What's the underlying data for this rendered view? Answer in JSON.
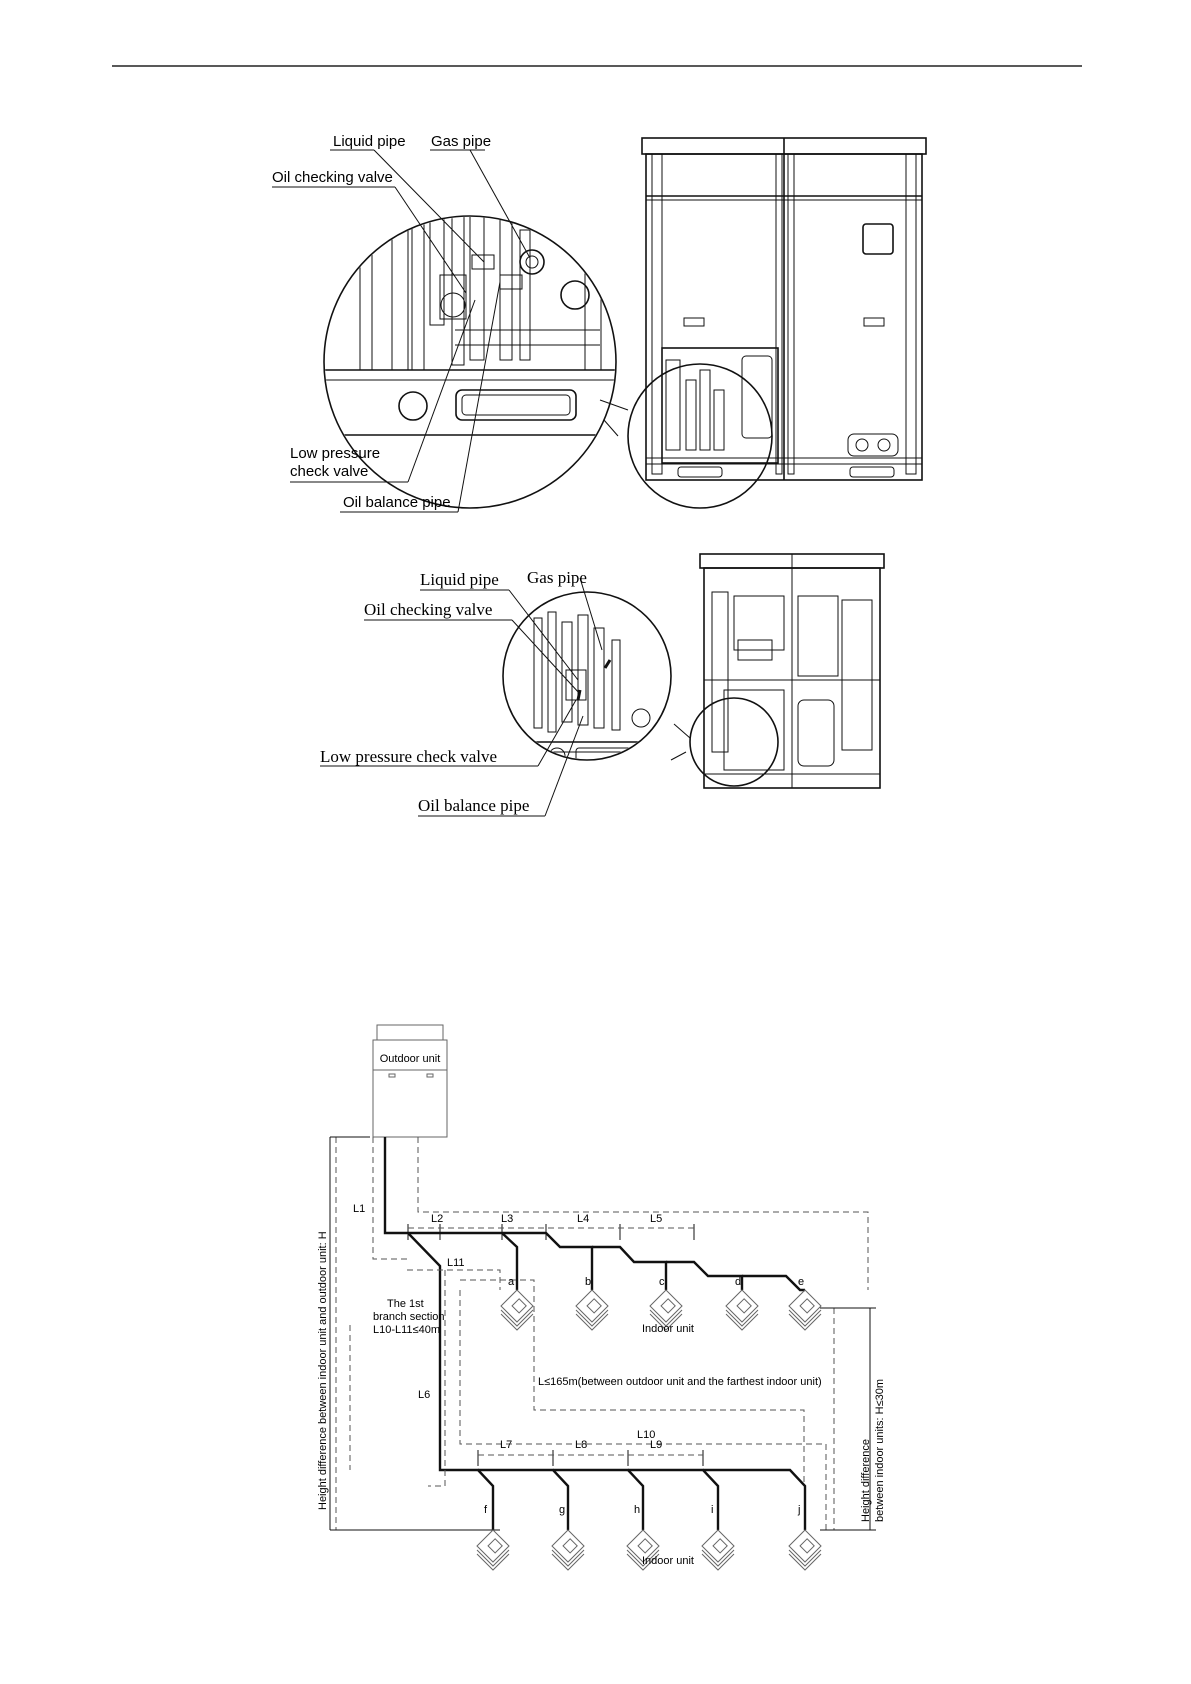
{
  "figure1": {
    "labels": {
      "liquid_pipe": "Liquid pipe",
      "gas_pipe": "Gas pipe",
      "oil_checking_valve": "Oil checking valve",
      "low_pressure_1": "Low pressure",
      "low_pressure_2": "check valve",
      "oil_balance_pipe": "Oil balance pipe"
    }
  },
  "figure2": {
    "labels": {
      "liquid_pipe": "Liquid pipe",
      "gas_pipe": "Gas pipe",
      "oil_checking_valve": "Oil checking valve",
      "low_pressure_check_valve": "Low pressure check valve",
      "oil_balance_pipe": "Oil balance pipe"
    }
  },
  "figure3": {
    "outdoor_unit": "Outdoor unit",
    "indoor_unit_top": "Indoor unit",
    "indoor_unit_bottom": "Indoor unit",
    "first_branch_1": "The 1st",
    "first_branch_2": "branch section",
    "first_branch_3": "L10-L11≤40m",
    "max_length": "L≤165m(between outdoor unit and the farthest indoor unit)",
    "height_left": "Height difference between indoor unit and outdoor unit: H",
    "height_right_1": "Height difference",
    "height_right_2": "between indoor units: H≤30m",
    "segments": {
      "L1": "L1",
      "L2": "L2",
      "L3": "L3",
      "L4": "L4",
      "L5": "L5",
      "L6": "L6",
      "L7": "L7",
      "L8": "L8",
      "L9": "L9",
      "L10": "L10",
      "L11": "L11"
    },
    "units_top": [
      "a",
      "b",
      "c",
      "d",
      "e"
    ],
    "units_bottom": [
      "f",
      "g",
      "h",
      "i",
      "j"
    ]
  }
}
